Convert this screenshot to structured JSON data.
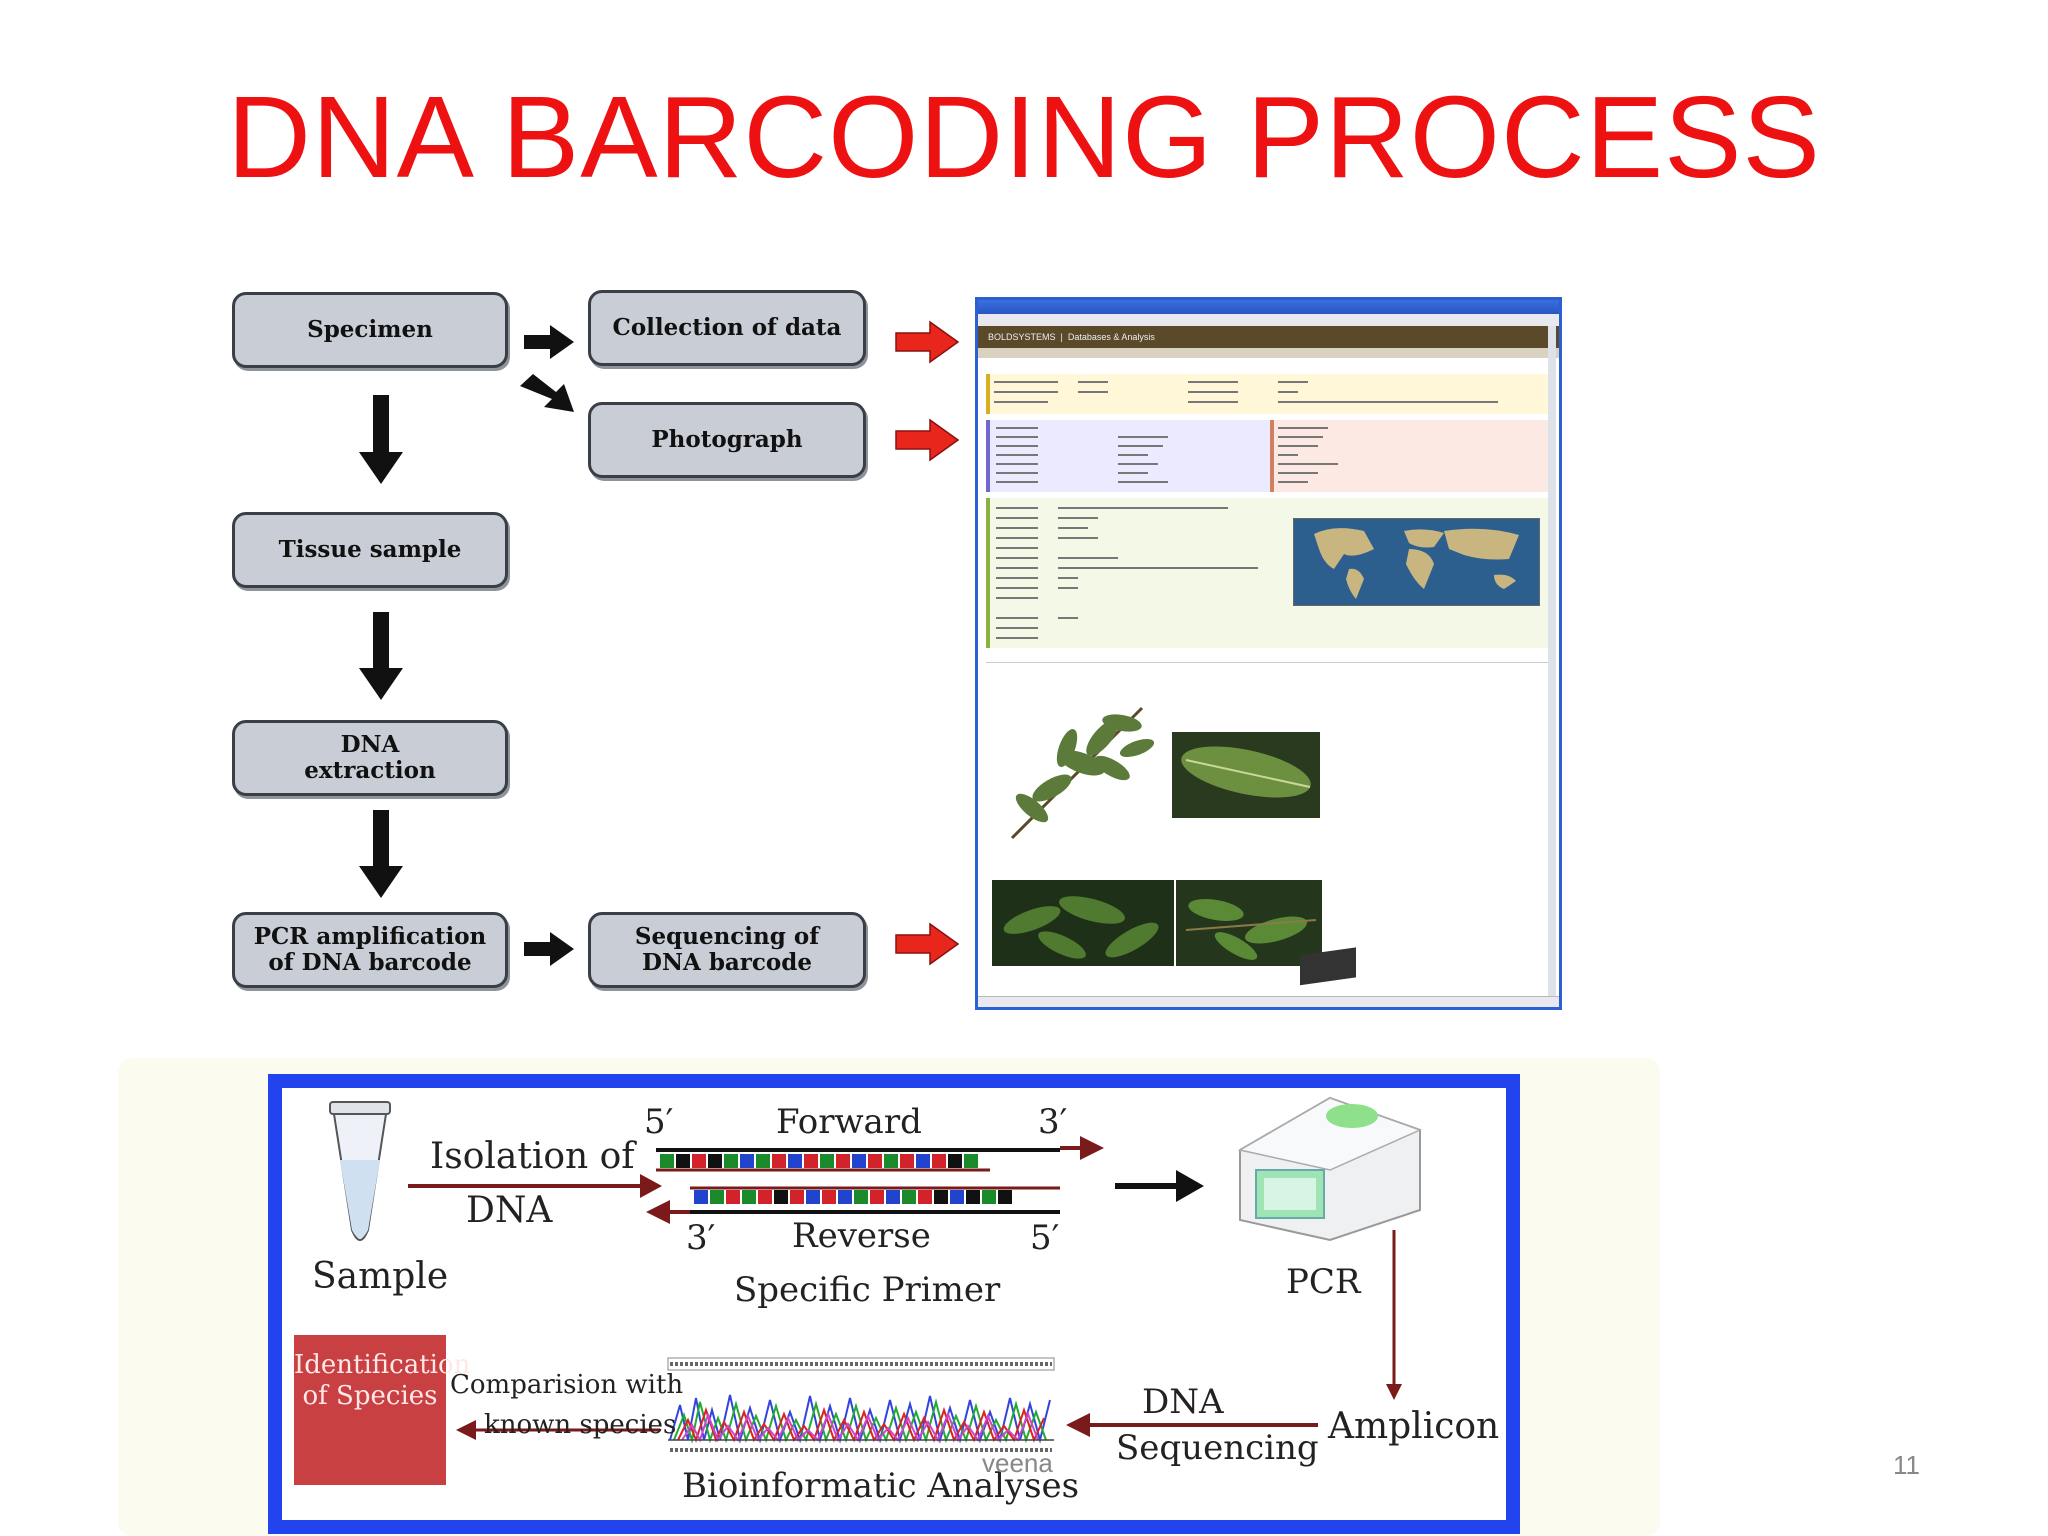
{
  "slide": {
    "title": "DNA BARCODING PROCESS",
    "footer_author": "veena",
    "page_number": "11"
  },
  "flowchart": {
    "specimen": "Specimen",
    "collection": "Collection of data",
    "photograph": "Photograph",
    "tissue": "Tissue sample",
    "dna_extraction": "DNA\nextraction",
    "pcr": "PCR amplification\nof DNA barcode",
    "sequencing": "Sequencing of\nDNA barcode"
  },
  "screenshot": {
    "banner": "BOLDSYSTEMS",
    "nav": "Databases & Analysis"
  },
  "workflow": {
    "sample": "Sample",
    "isolation_1": "Isolation of",
    "isolation_2": "DNA",
    "five_prime_top": "5′",
    "forward": "Forward",
    "three_prime_top": "3′",
    "three_prime_bottom": "3′",
    "reverse": "Reverse",
    "five_prime_bottom": "5′",
    "specific_primer": "Specific Primer",
    "pcr": "PCR",
    "amplicon": "Amplicon",
    "dna": "DNA",
    "sequencing": "Sequencing",
    "bioinformatic": "Bioinformatic Analyses",
    "comparison_1": "Comparision with",
    "comparison_2": "known species",
    "identification": "Identification of Species"
  },
  "colors": {
    "title": "#ee1111",
    "box_fill": "#c9ced6",
    "red_arrow": "#e8261c",
    "panel_border": "#2244ee",
    "id_box": "#c94043"
  }
}
